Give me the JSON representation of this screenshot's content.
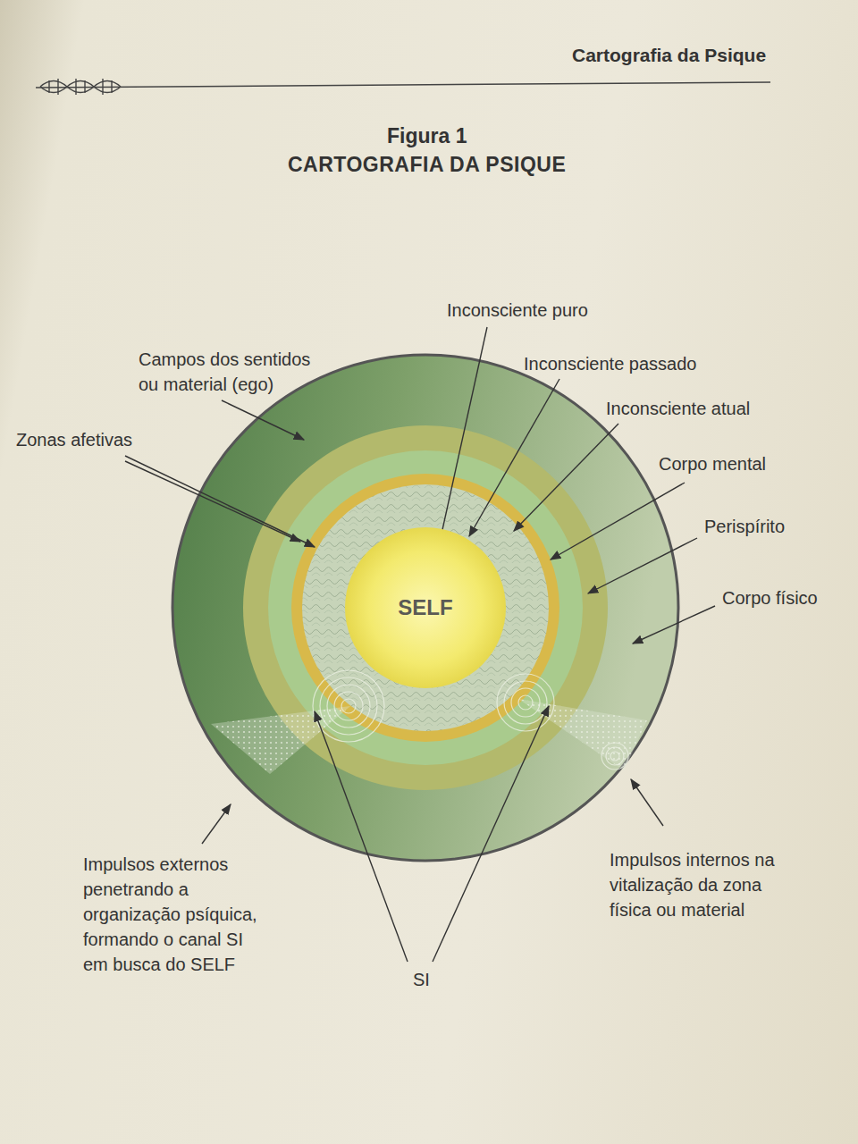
{
  "diagram": {
    "title": "CARTOGRAFIA DA PSIQUE",
    "nodes": [
      {
        "text": [
          "SELF"
        ]
      }
    ],
    "labels": [
      "Cartografia da Psique",
      "Figura 1",
      "Inconsciente puro",
      "Campos dos sentidos ou material (ego)",
      "Inconsciente passado",
      "Inconsciente atual",
      "Zonas afetivas",
      "Corpo mental",
      "Perispírito",
      "Corpo físico",
      "Impulsos externos penetrando a organização psíquica, formando o canal SI em busca do SELF",
      "Impulsos internos na vitalização da zona física ou material",
      "SI"
    ]
  }
}
